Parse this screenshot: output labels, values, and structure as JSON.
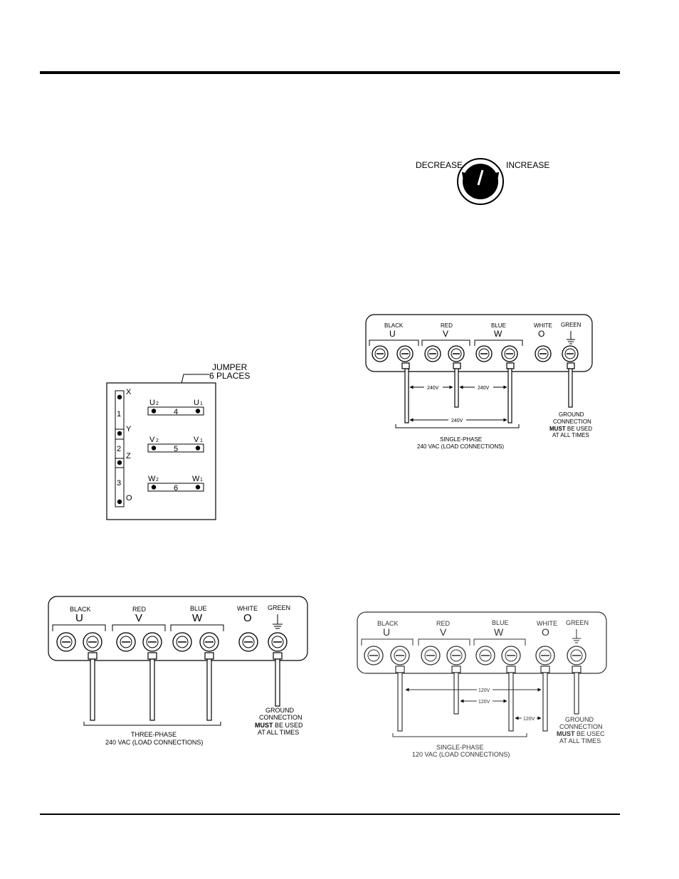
{
  "dial": {
    "decrease": "DECREASE",
    "increase": "INCREASE"
  },
  "jumper": {
    "callout": [
      "JUMPER",
      "6 PLACES"
    ],
    "left_labels": [
      "X",
      "Y",
      "Z",
      "O"
    ],
    "left_numbers": [
      "1",
      "2",
      "3"
    ],
    "rows": [
      {
        "left": "U",
        "left_sub": "2",
        "num": "4",
        "right": "U",
        "right_sub": "1"
      },
      {
        "left": "V",
        "left_sub": "2",
        "num": "5",
        "right": "V",
        "right_sub": "1"
      },
      {
        "left": "W",
        "left_sub": "2",
        "num": "6",
        "right": "W",
        "right_sub": "1"
      }
    ]
  },
  "terminals": {
    "colors": [
      "BLACK",
      "RED",
      "BLUE",
      "WHITE",
      "GREEN"
    ],
    "letters": [
      "U",
      "V",
      "W",
      "O"
    ]
  },
  "diagram_single_240": {
    "volt_a": "240V",
    "volt_b": "240V",
    "volt_c": "240V",
    "caption": [
      "SINGLE-PHASE",
      "240 VAC (LOAD CONNECTIONS)"
    ],
    "ground": [
      "GROUND",
      "CONNECTION",
      "MUST",
      " BE USED",
      "AT ALL TIMES"
    ]
  },
  "diagram_three_240": {
    "caption": [
      "THREE-PHASE",
      "240 VAC (LOAD CONNECTIONS)"
    ],
    "ground": [
      "GROUND",
      "CONNECTION",
      "MUST",
      " BE USED",
      "AT ALL TIMES"
    ]
  },
  "diagram_single_120": {
    "volt_a": "120V",
    "volt_b": "120V",
    "volt_c": "120V",
    "caption": [
      "SINGLE-PHASE",
      "120 VAC (LOAD CONNECTIONS)"
    ],
    "ground": [
      "GROUND",
      "CONNECTION",
      "MUST",
      " BE USEC",
      "AT ALL TIMES"
    ]
  }
}
